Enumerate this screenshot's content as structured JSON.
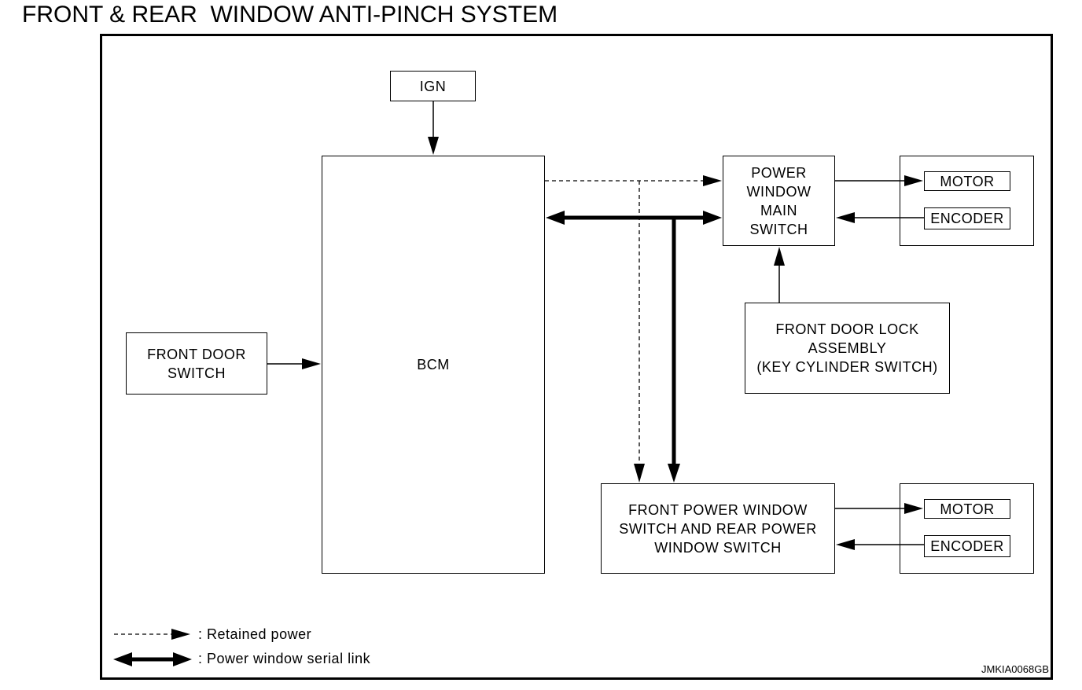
{
  "title": "FRONT & REAR  WINDOW ANTI-PINCH SYSTEM",
  "blocks": {
    "ign": "IGN",
    "bcm": "BCM",
    "front_door_switch": [
      "FRONT DOOR",
      "SWITCH"
    ],
    "power_window_main_switch": [
      "POWER",
      "WINDOW",
      "MAIN",
      "SWITCH"
    ],
    "front_door_lock": [
      "FRONT DOOR LOCK",
      "ASSEMBLY",
      "(KEY CYLINDER SWITCH)"
    ],
    "front_rear_pw_switch": [
      "FRONT POWER WINDOW",
      "SWITCH AND REAR POWER",
      "WINDOW SWITCH"
    ],
    "motor_top": "MOTOR",
    "encoder_top": "ENCODER",
    "motor_bottom": "MOTOR",
    "encoder_bottom": "ENCODER"
  },
  "legend": {
    "retained_power": ": Retained power",
    "serial_link": ": Power window serial link"
  },
  "reference_code": "JMKIA0068GB"
}
